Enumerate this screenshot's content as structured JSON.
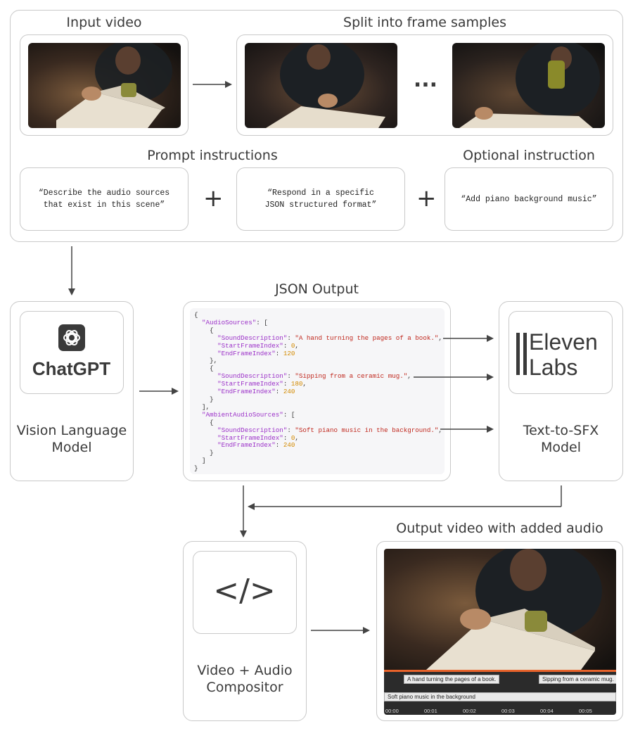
{
  "input_video_label": "Input video",
  "split_label": "Split into frame samples",
  "ellipsis": "...",
  "prompt_label": "Prompt instructions",
  "optional_label": "Optional instruction",
  "prompts": [
    {
      "line1": "“Describe the audio sources",
      "line2": "that exist in this scene”"
    },
    {
      "line1": "“Respond in a specific",
      "line2": "JSON structured format”"
    }
  ],
  "optional_prompt": "“Add piano background music”",
  "plus": "+",
  "vlm": {
    "logo_text": "ChatGPT",
    "line1": "Vision Language",
    "line2": "Model"
  },
  "json_title": "JSON Output",
  "json": {
    "key_audio": "\"AudioSources\"",
    "key_ambient": "\"AmbientAudioSources\"",
    "key_desc": "\"SoundDescription\"",
    "key_start": "\"StartFrameIndex\"",
    "key_end": "\"EndFrameIndex\"",
    "sources": [
      {
        "desc": "\"A hand turning the pages of a book.\"",
        "start": "0",
        "end": "120"
      },
      {
        "desc": "\"Sipping from a ceramic mug.\"",
        "start": "180",
        "end": "240"
      }
    ],
    "ambient": {
      "desc": "\"Soft piano music in the background.\"",
      "start": "0",
      "end": "240"
    }
  },
  "sfx": {
    "logo_line1": "Eleven",
    "logo_line2": "Labs",
    "line1": "Text-to-SFX",
    "line2": "Model"
  },
  "compositor": {
    "icon_text": "</>",
    "line1": "Video + Audio",
    "line2": "Compositor"
  },
  "output_label": "Output video with added audio",
  "timeline": {
    "clip1": "A hand turning the pages of a book.",
    "clip2": "Sipping from a ceramic mug.",
    "ambient": "Soft piano music in the background",
    "ticks": [
      "00:00",
      "00:01",
      "00:02",
      "00:03",
      "00:04",
      "00:05"
    ]
  },
  "colors": {
    "accent": "#e8632b",
    "json_key": "#9b30c8",
    "json_string": "#c0281e",
    "json_number": "#d38a00"
  }
}
